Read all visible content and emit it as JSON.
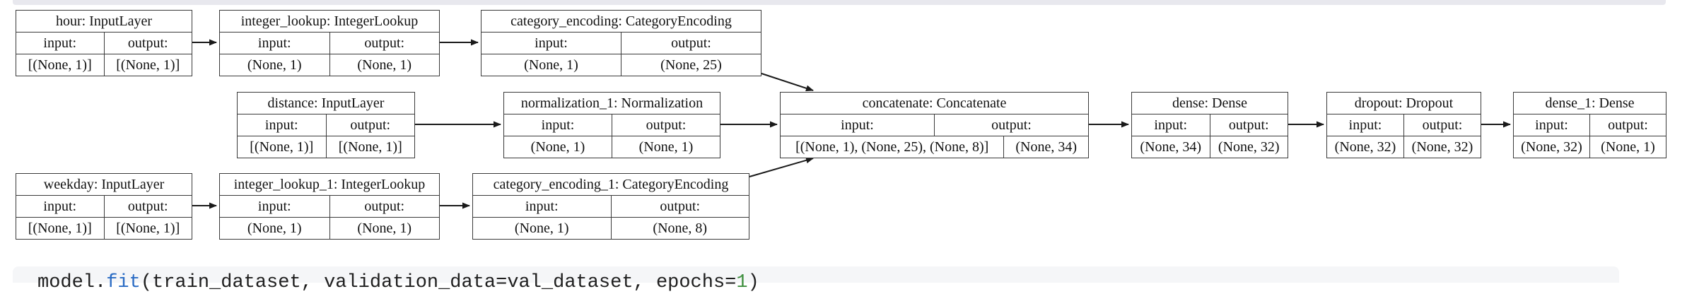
{
  "diagram": {
    "nodes": [
      {
        "id": "hour",
        "title": "hour: InputLayer",
        "input_label": "input:",
        "output_label": "output:",
        "input_shape": "[(None, 1)]",
        "output_shape": "[(None, 1)]"
      },
      {
        "id": "integer_lookup",
        "title": "integer_lookup: IntegerLookup",
        "input_label": "input:",
        "output_label": "output:",
        "input_shape": "(None, 1)",
        "output_shape": "(None, 1)"
      },
      {
        "id": "category_encoding",
        "title": "category_encoding: CategoryEncoding",
        "input_label": "input:",
        "output_label": "output:",
        "input_shape": "(None, 1)",
        "output_shape": "(None, 25)"
      },
      {
        "id": "distance",
        "title": "distance: InputLayer",
        "input_label": "input:",
        "output_label": "output:",
        "input_shape": "[(None, 1)]",
        "output_shape": "[(None, 1)]"
      },
      {
        "id": "normalization_1",
        "title": "normalization_1: Normalization",
        "input_label": "input:",
        "output_label": "output:",
        "input_shape": "(None, 1)",
        "output_shape": "(None, 1)"
      },
      {
        "id": "concatenate",
        "title": "concatenate: Concatenate",
        "input_label": "input:",
        "output_label": "output:",
        "input_shape": "[(None, 1), (None, 25), (None, 8)]",
        "output_shape": "(None, 34)"
      },
      {
        "id": "dense",
        "title": "dense: Dense",
        "input_label": "input:",
        "output_label": "output:",
        "input_shape": "(None, 34)",
        "output_shape": "(None, 32)"
      },
      {
        "id": "dropout",
        "title": "dropout: Dropout",
        "input_label": "input:",
        "output_label": "output:",
        "input_shape": "(None, 32)",
        "output_shape": "(None, 32)"
      },
      {
        "id": "dense_1",
        "title": "dense_1: Dense",
        "input_label": "input:",
        "output_label": "output:",
        "input_shape": "(None, 32)",
        "output_shape": "(None, 1)"
      },
      {
        "id": "weekday",
        "title": "weekday: InputLayer",
        "input_label": "input:",
        "output_label": "output:",
        "input_shape": "[(None, 1)]",
        "output_shape": "[(None, 1)]"
      },
      {
        "id": "integer_lookup_1",
        "title": "integer_lookup_1: IntegerLookup",
        "input_label": "input:",
        "output_label": "output:",
        "input_shape": "(None, 1)",
        "output_shape": "(None, 1)"
      },
      {
        "id": "category_encoding_1",
        "title": "category_encoding_1: CategoryEncoding",
        "input_label": "input:",
        "output_label": "output:",
        "input_shape": "(None, 1)",
        "output_shape": "(None, 8)"
      }
    ],
    "edges": [
      "hour->integer_lookup",
      "integer_lookup->category_encoding",
      "category_encoding->concatenate",
      "distance->normalization_1",
      "normalization_1->concatenate",
      "concatenate->dense",
      "dense->dropout",
      "dropout->dense_1",
      "weekday->integer_lookup_1",
      "integer_lookup_1->category_encoding_1",
      "category_encoding_1->concatenate"
    ]
  },
  "code_cell": {
    "object": "model.",
    "function": "fit",
    "args": "(train_dataset, validation_data=val_dataset, epochs=",
    "number": "1",
    "close": ")"
  },
  "colors": {
    "node_border": "#3a3a3a",
    "code_cell_background": "#f5f6f8",
    "top_strip": "#e8e8ee",
    "code_function": "#2b6cc4",
    "code_number": "#3f8f3f"
  }
}
